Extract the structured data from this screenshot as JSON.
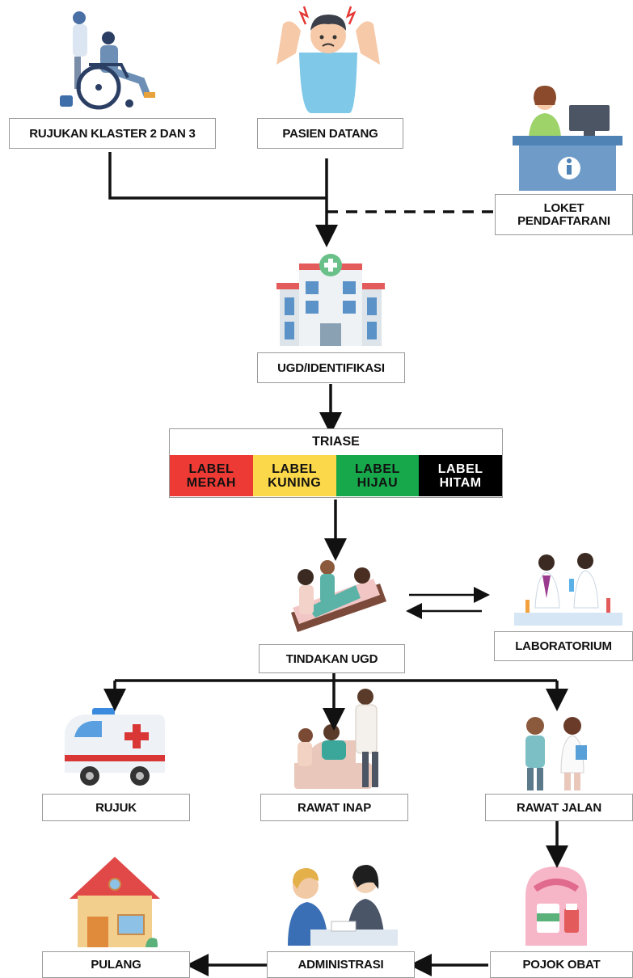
{
  "nodes": {
    "rujukan": "RUJUKAN KLASTER 2 DAN 3",
    "pasien_datang": "PASIEN DATANG",
    "loket": "LOKET\nPENDAFTARANI",
    "ugd": "UGD/IDENTIFIKASI",
    "tindakan_ugd": "TINDAKAN UGD",
    "laboratorium": "LABORATORIUM",
    "rujuk": "RUJUK",
    "rawat_inap": "RAWAT INAP",
    "rawat_jalan": "RAWAT JALAN",
    "pojok_obat": "POJOK OBAT",
    "administrasi": "ADMINISTRASI",
    "pulang": "PULANG"
  },
  "triase": {
    "title": "TRIASE",
    "labels": [
      {
        "text": "LABEL\nMERAH",
        "bg": "#ee3a34",
        "fg": "#111111"
      },
      {
        "text": "LABEL\nKUNING",
        "bg": "#fbd84a",
        "fg": "#111111"
      },
      {
        "text": "LABEL\nHIJAU",
        "bg": "#17a84b",
        "fg": "#111111"
      },
      {
        "text": "LABEL\nHITAM",
        "bg": "#000000",
        "fg": "#ffffff"
      }
    ]
  },
  "icons": {
    "wheelchair": "wheelchair-patient-icon",
    "patient": "headache-patient-icon",
    "reception": "reception-desk-icon",
    "hospital": "hospital-building-icon",
    "er_treatment": "er-treatment-icon",
    "laboratory": "laboratory-scientists-icon",
    "ambulance": "ambulance-icon",
    "inpatient": "inpatient-bed-icon",
    "outpatient": "outpatient-consultation-icon",
    "pharmacy": "pharmacy-icon",
    "administration": "administration-meeting-icon",
    "home": "home-icon"
  }
}
